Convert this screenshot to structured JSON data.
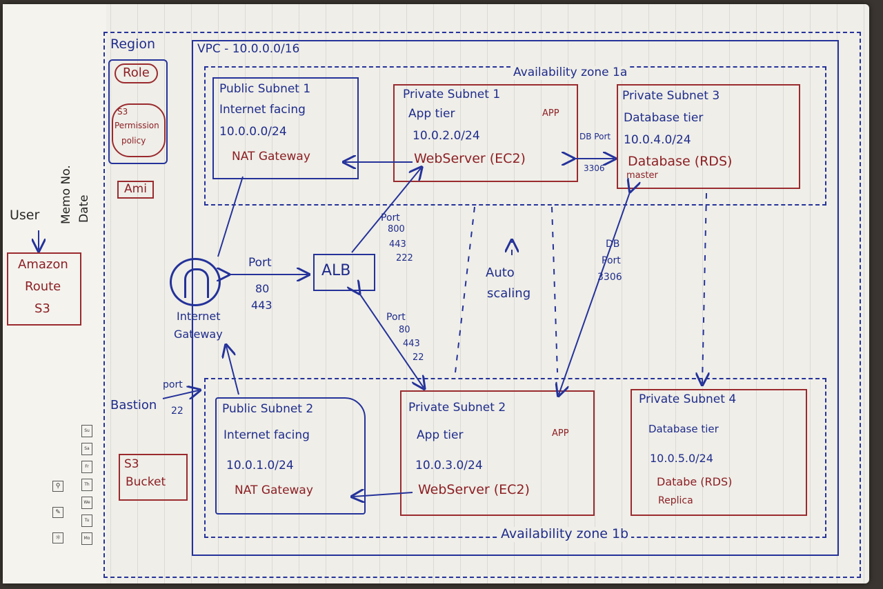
{
  "left": {
    "user": "User",
    "route53": [
      "Amazon",
      "Route",
      "S3"
    ],
    "memo": "Memo No.",
    "date": "Date",
    "bastion": "Bastion",
    "bastion_port": "port",
    "bastion_port_num": "22",
    "weekdays": [
      "Mo",
      "Tu",
      "We",
      "Th",
      "Fr",
      "Sa",
      "Su"
    ]
  },
  "region": {
    "label": "Region",
    "role": "Role",
    "policy": [
      "S3",
      "Permission",
      "policy"
    ],
    "ami": "Ami",
    "s3_bucket": [
      "S3",
      "Bucket"
    ]
  },
  "vpc": {
    "label": "VPC - 10.0.0.0/16"
  },
  "az": {
    "a": "Availability zone 1a",
    "b": "Availability zone 1b"
  },
  "public1": {
    "lines": [
      "Public Subnet 1",
      "Internet facing",
      "10.0.0.0/24"
    ],
    "nat": "NAT Gateway"
  },
  "public2": {
    "lines": [
      "Public Subnet 2",
      "Internet facing",
      "10.0.1.0/24"
    ],
    "nat": "NAT Gateway"
  },
  "private1": {
    "lines": [
      "Private Subnet 1",
      "App tier",
      "10.0.2.0/24"
    ],
    "tag": "APP",
    "server": "WebServer (EC2)"
  },
  "private2": {
    "lines": [
      "Private Subnet 2",
      "App tier",
      "10.0.3.0/24"
    ],
    "tag": "APP",
    "server": "WebServer (EC2)"
  },
  "private3": {
    "lines": [
      "Private Subnet 3",
      "Database tier",
      "10.0.4.0/24"
    ],
    "db": "Database (RDS)",
    "role": "master"
  },
  "private4": {
    "lines": [
      "Private Subnet 4",
      "Database tier",
      "10.0.5.0/24"
    ],
    "db": "Databe (RDS)",
    "role": "Replica"
  },
  "igw": [
    "Internet",
    "Gateway"
  ],
  "alb": "ALB",
  "autoscaling": [
    "Auto",
    "scaling"
  ],
  "ports": {
    "igw_alb": [
      "Port",
      "80",
      "443"
    ],
    "alb_p1": [
      "Port",
      "800",
      "443",
      "222"
    ],
    "alb_p2": [
      "Port",
      "80",
      "443",
      "22"
    ],
    "db": [
      "DB",
      "Port",
      "3306"
    ],
    "db_port": "DB Port",
    "db_port_num": "3306"
  }
}
